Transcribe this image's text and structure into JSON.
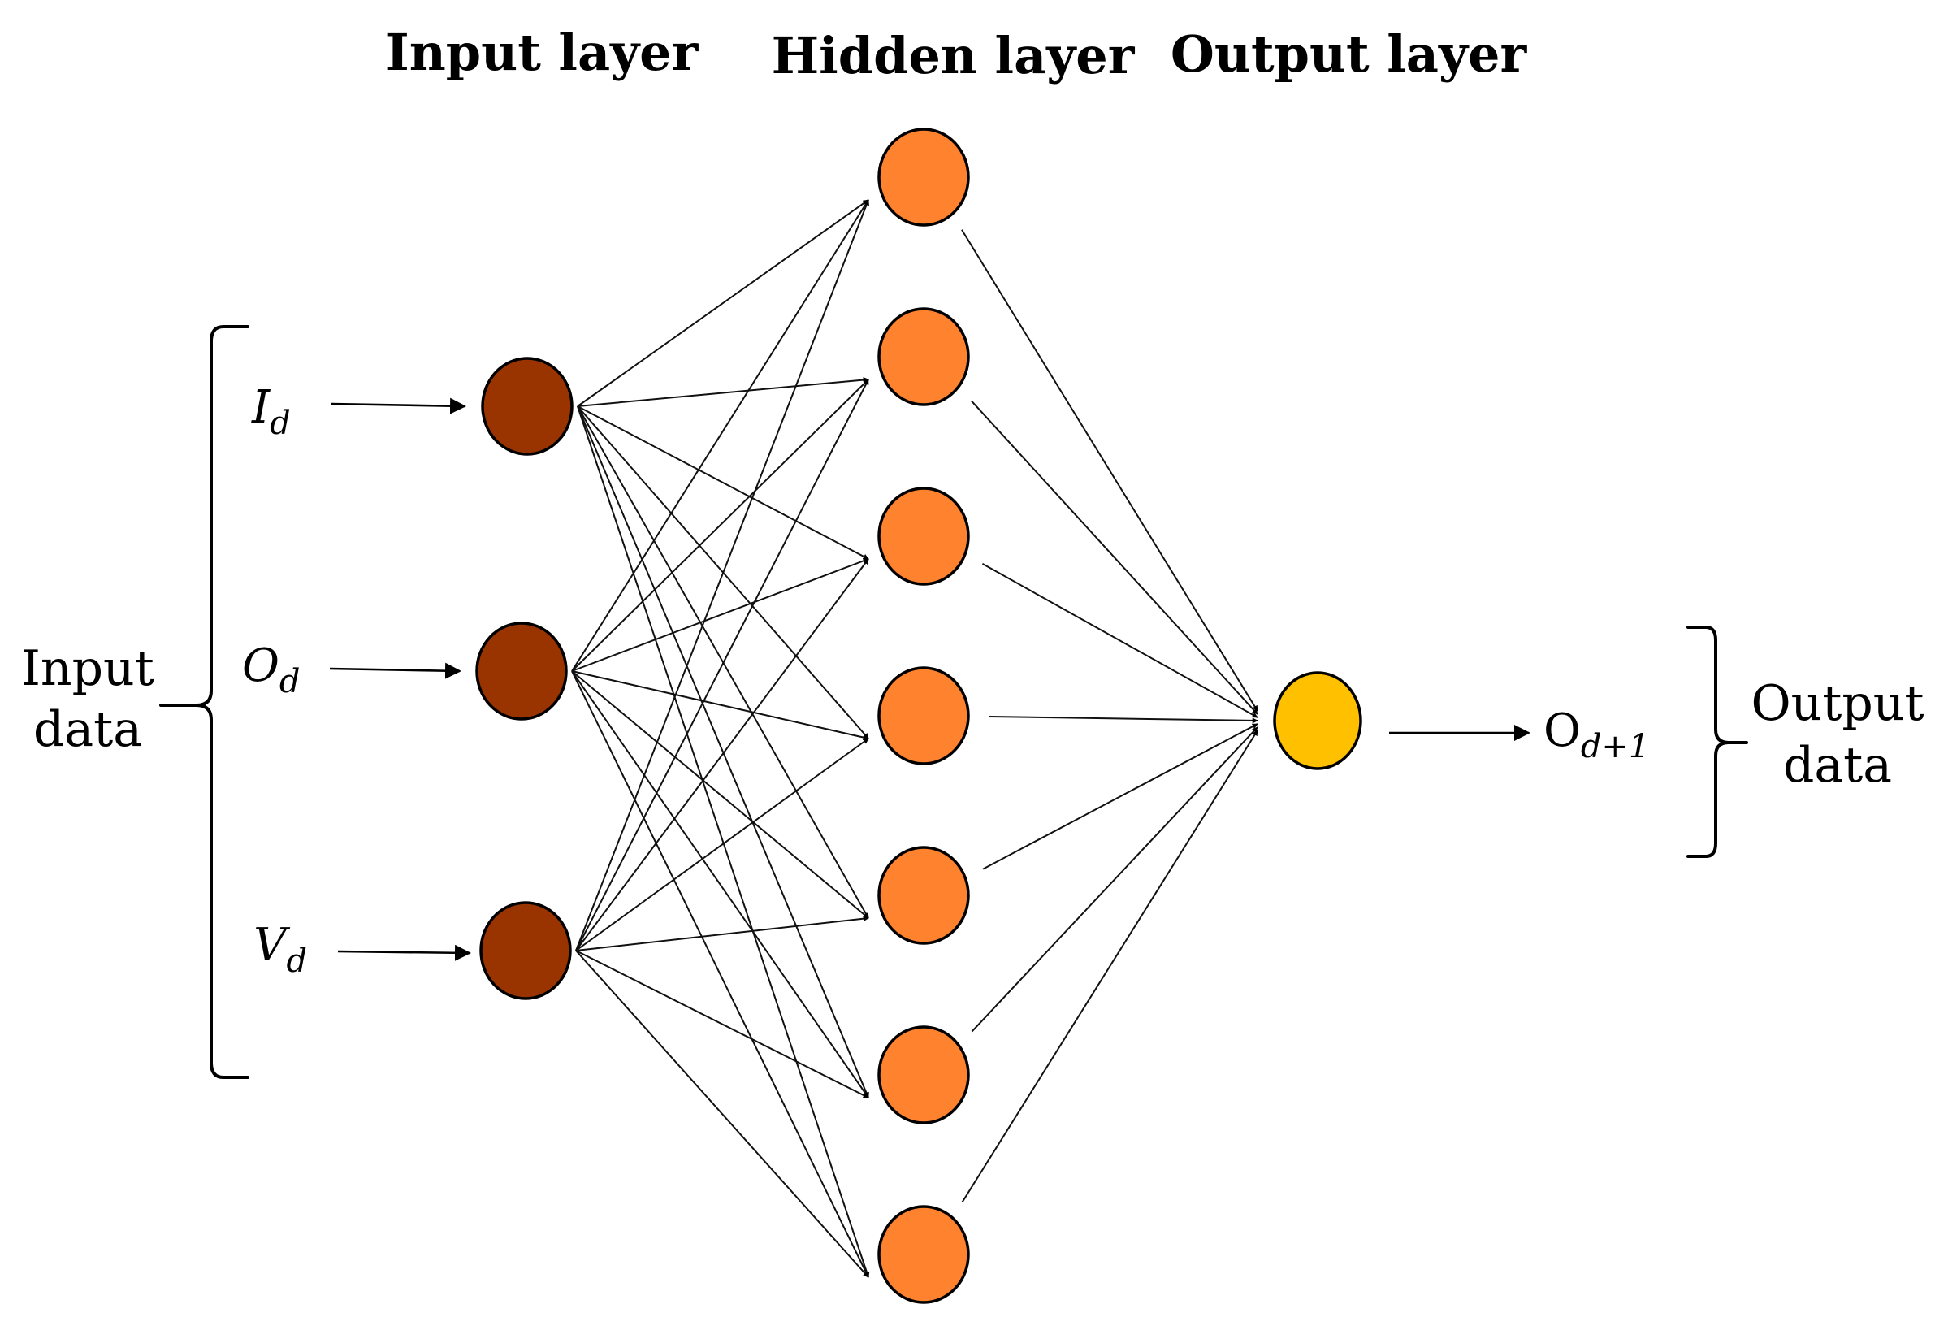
{
  "titles": {
    "input_layer": "Input layer",
    "hidden_layer": "Hidden layer",
    "output_layer": "Output layer"
  },
  "side_labels": {
    "input_data_line1": "Input",
    "input_data_line2": "data",
    "output_data_line1": "Output",
    "output_data_line2": "data"
  },
  "input_variables": [
    {
      "symbol": "I",
      "subscript": "d"
    },
    {
      "symbol": "O",
      "subscript": "d"
    },
    {
      "symbol": "V",
      "subscript": "d"
    }
  ],
  "output_variable": {
    "symbol": "O",
    "subscript": "d+1"
  },
  "network": {
    "input_nodes": 3,
    "hidden_nodes": 7,
    "output_nodes": 1
  },
  "colors": {
    "input_node": "#993300",
    "hidden_node": "#FF822E",
    "output_node": "#FFC000",
    "lines": "#000000"
  }
}
